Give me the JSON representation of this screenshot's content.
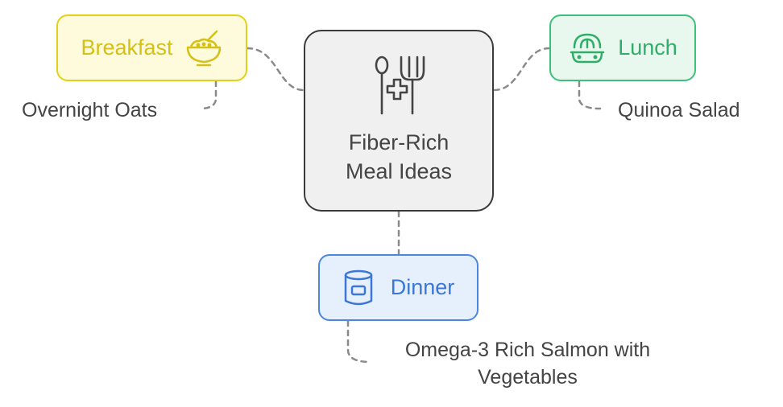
{
  "center": {
    "title_line1": "Fiber-Rich",
    "title_line2": "Meal Ideas",
    "icon": "cutlery-health-icon"
  },
  "branches": [
    {
      "label": "Breakfast",
      "icon": "cereal-bowl-icon",
      "description": "Overnight Oats",
      "color": "#e2d11a"
    },
    {
      "label": "Lunch",
      "icon": "salad-icon",
      "description": "Quinoa Salad",
      "color": "#3fc07a"
    },
    {
      "label": "Dinner",
      "icon": "can-icon",
      "description_line1": "Omega-3 Rich Salmon with",
      "description_line2": "Vegetables",
      "color": "#4b86df"
    }
  ]
}
